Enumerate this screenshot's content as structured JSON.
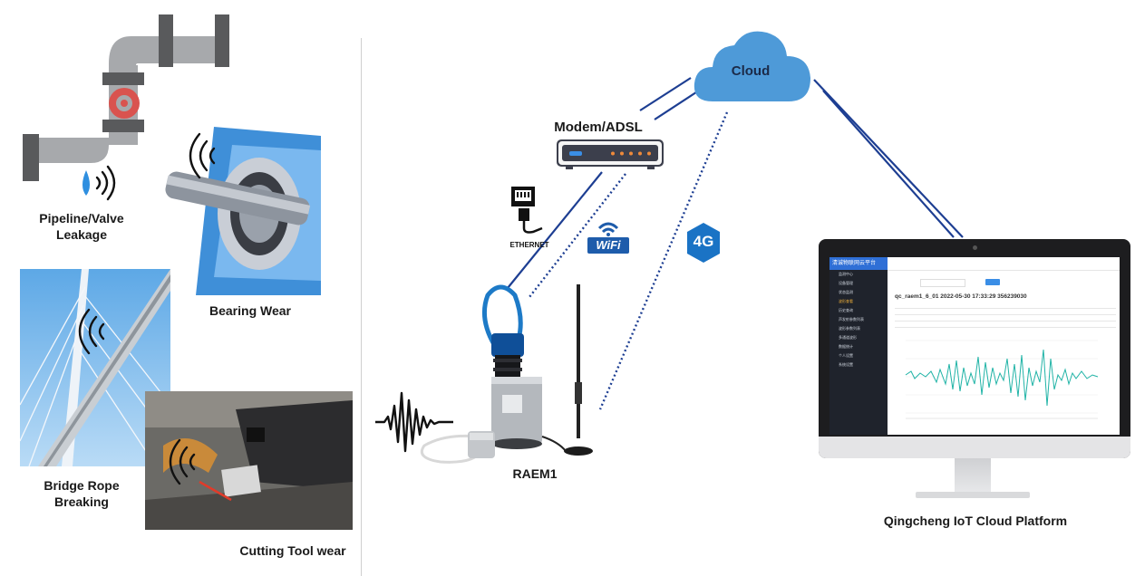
{
  "applications": {
    "pipeline": "Pipeline/Valve\nLeakage",
    "bearing": "Bearing Wear",
    "bridge": "Bridge Rope\nBreaking",
    "cutting": "Cutting Tool wear"
  },
  "network": {
    "cloud": "Cloud",
    "modem": "Modem/ADSL",
    "ethernet": "ETHERNET",
    "wifi": "WiFi",
    "cellular": "4G"
  },
  "device": {
    "name": "RAEM1"
  },
  "platform": {
    "caption": "Qingcheng IoT Cloud Platform",
    "screen_brand": "清诚物联网云平台",
    "screen_title": "qc_raem1_6_01 2022-05-30 17:33:29 356239030",
    "menu": [
      "监测中心",
      "设备管理",
      "状态监测",
      "波形查看",
      "历史查询",
      "声发射参数列表",
      "波形参数列表",
      "多通道波形",
      "数据统计",
      "个人设置",
      "系统设置"
    ]
  },
  "colors": {
    "line": "#1d3e92",
    "cloud": "#4e9ad8",
    "wave": "#1fb3a6",
    "wifi_box": "#1e5cab",
    "badge_4g": "#1a73c5"
  }
}
